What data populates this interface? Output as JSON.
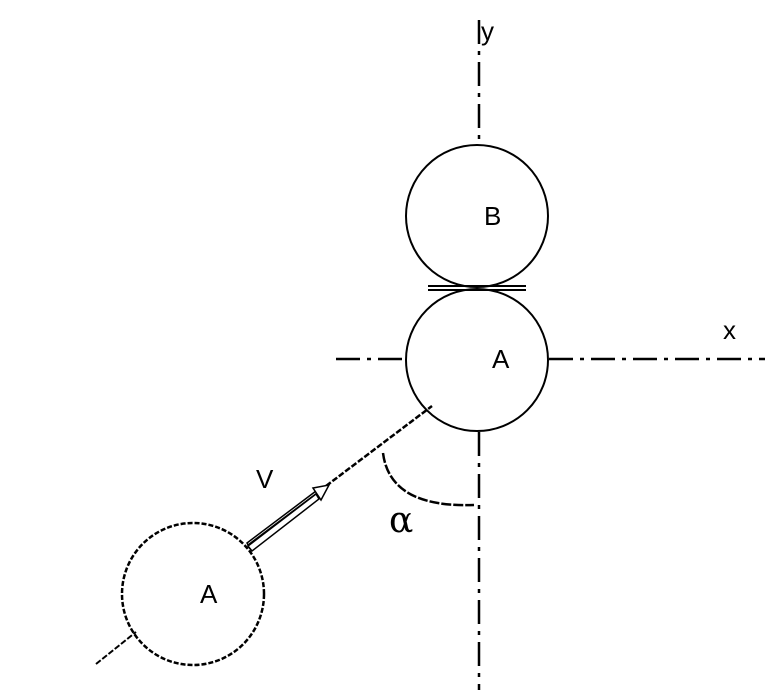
{
  "labels": {
    "y_axis": "y",
    "x_axis": "x",
    "ball_b": "B",
    "ball_a_target": "A",
    "ball_a_incoming": "A",
    "velocity": "V",
    "angle": "α"
  },
  "colors": {
    "stroke": "#000000",
    "background": "#ffffff"
  }
}
